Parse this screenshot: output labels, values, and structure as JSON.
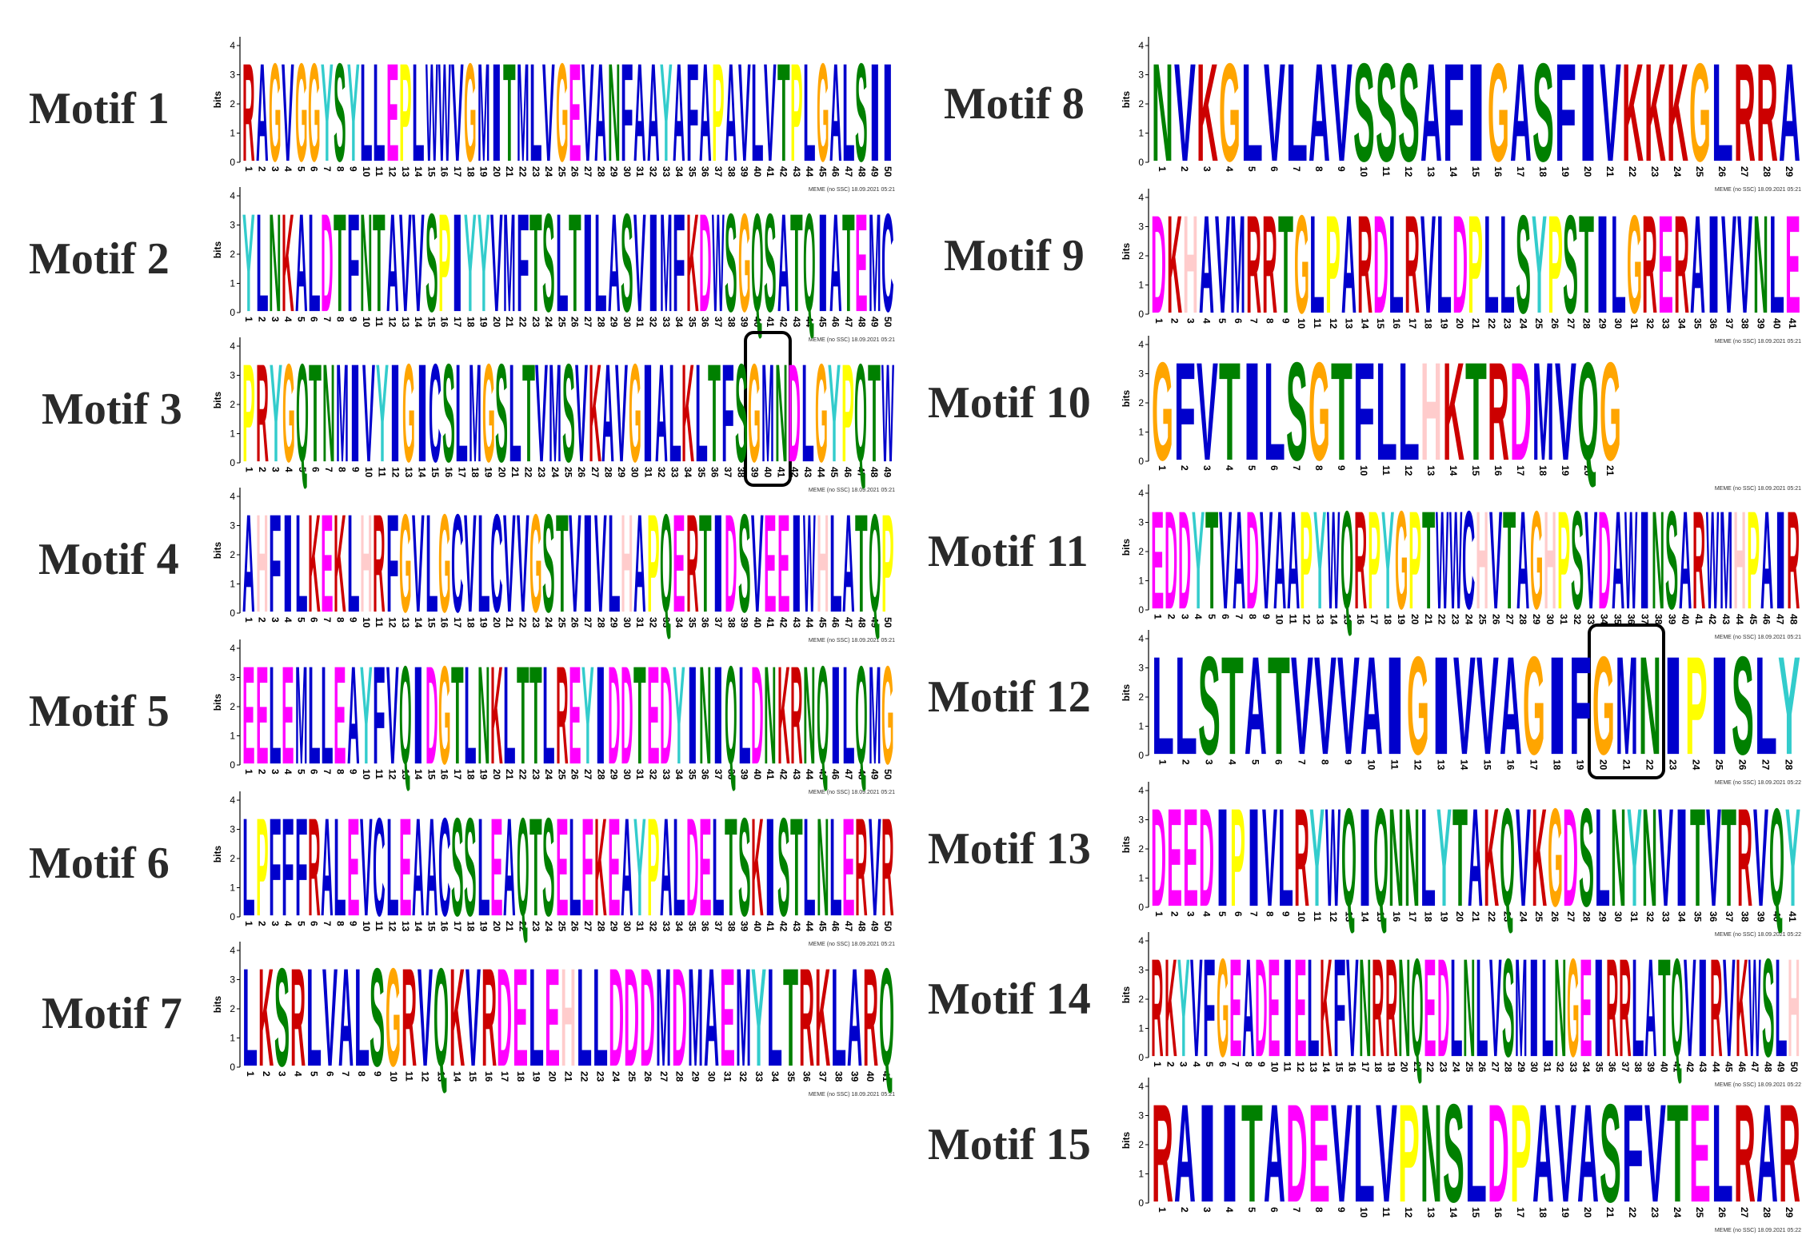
{
  "axis": {
    "ylabel": "bits",
    "yticks": [
      0,
      1,
      2,
      3,
      4
    ],
    "ymax_bits": 4.3
  },
  "residue_colors": {
    "hydrophobic_ACFILMVW": "#0000cc",
    "G": "#ffa500",
    "polar_NQST": "#008000",
    "acidic_DE": "#ff00ff",
    "basic_KR": "#cc0000",
    "H": "#ffcccc",
    "P": "#ffff00",
    "Y": "#33cccc",
    "highlight_box": "#000000"
  },
  "motifs": [
    {
      "label": "Motif 1",
      "consensus": "RAGVGGYSYLLEPLWWVGMITMLVGEVANFAAYAFAPAVLVTPLGALSII",
      "stamp": "MEME (no SSC) 18.09.2021 05:21"
    },
    {
      "label": "Motif 2",
      "consensus": "YLNKALDTFNTAVVSPIYYVMFTSLTILASVIMFKDWSGQSATQIATEMC",
      "stamp": "MEME (no SSC) 18.09.2021 05:21"
    },
    {
      "label": "Motif 3",
      "consensus": "PRYGQTNMIVYIGICSLMGSLTVMSVKAVGIALKLTFSGMNDLGYPQTW",
      "stamp": "MEME (no SSC) 18.09.2021 05:21",
      "highlight": [
        39,
        41
      ]
    },
    {
      "label": "Motif 4",
      "consensus": "AHFILKEKLHRFGVLGCVLCVVGSTVIVLHAPQERTIDSVEEIWHLATQP",
      "stamp": "MEME (no SSC) 18.09.2021 05:21"
    },
    {
      "label": "Motif 5",
      "consensus": "EELEMLLEAYFVQIDGTLNKLTTLREYIDDTEDYINIQLDNKRNQILQMG",
      "stamp": "MEME (no SSC) 18.09.2021 05:21"
    },
    {
      "label": "Motif 6",
      "consensus": "LPFFFRALEVCLEAACSSLEAQTSELEKEAYPALDELTSKISTLNLERVR",
      "stamp": "MEME (no SSC) 18.09.2021 05:21"
    },
    {
      "label": "Motif 7",
      "consensus": "LKSRLVALSGRVQKVRDELEHLLDDDMDMAEMYLTRKLARQ",
      "stamp": "MEME (no SSC) 18.09.2021 05:21"
    },
    {
      "label": "Motif 8",
      "consensus": "NVKGLVLAVSSSAFIGASFIVKKKGLRRA",
      "stamp": "MEME (no SSC) 18.09.2021 05:21"
    },
    {
      "label": "Motif 9",
      "consensus": "DKHAVMRRTGLPARDLRVLDPLLSYPSTILGRERAIVVNLE",
      "stamp": "MEME (no SSC) 18.09.2021 05:21"
    },
    {
      "label": "Motif 10",
      "consensus": "GFVTILSGTFLLHKTRDMVQG",
      "stamp": "MEME (no SSC) 18.09.2021 05:21"
    },
    {
      "label": "Motif 11",
      "consensus": "EDDYTVADVAAPYWQRPYGPTWWCHVTAGHPSVDAWINSARWMHPAIR",
      "stamp": "MEME (no SSC) 18.09.2021 05:21"
    },
    {
      "label": "Motif 12",
      "consensus": "LLSTATVVVAIGIVVAGIFGMNIPISLY",
      "stamp": "MEME (no SSC) 18.09.2021 05:22",
      "highlight": [
        20,
        22
      ]
    },
    {
      "label": "Motif 13",
      "consensus": "DEEDIPIVLRYWQIQNNLYTAKQVKGDSLNYNVITVTRVQY",
      "stamp": "MEME (no SSC) 18.09.2021 05:22"
    },
    {
      "label": "Motif 14",
      "consensus": "RKYVFGEADEIELKFVNRRNQEDLNLVSMILNGEIRRLATQVIRVKWSLH",
      "stamp": "MEME (no SSC) 18.09.2021 05:22"
    },
    {
      "label": "Motif 15",
      "consensus": "RAIITADEVLVPNSLDPAVASFVTELRAR",
      "stamp": "MEME (no SSC) 18.09.2021 05:22"
    }
  ]
}
